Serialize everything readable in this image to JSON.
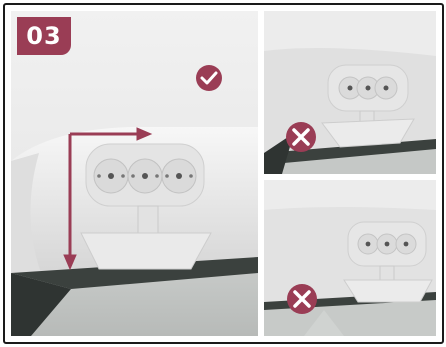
{
  "step": {
    "number": "03"
  },
  "panels": [
    {
      "id": "main",
      "status": "correct",
      "icon": "check-icon"
    },
    {
      "id": "top-right",
      "status": "incorrect",
      "icon": "cross-icon"
    },
    {
      "id": "bottom-right",
      "status": "incorrect",
      "icon": "cross-icon"
    }
  ],
  "colors": {
    "accent": "#9a3d55",
    "background": "#ebebeb",
    "rail": "#3b413e"
  }
}
